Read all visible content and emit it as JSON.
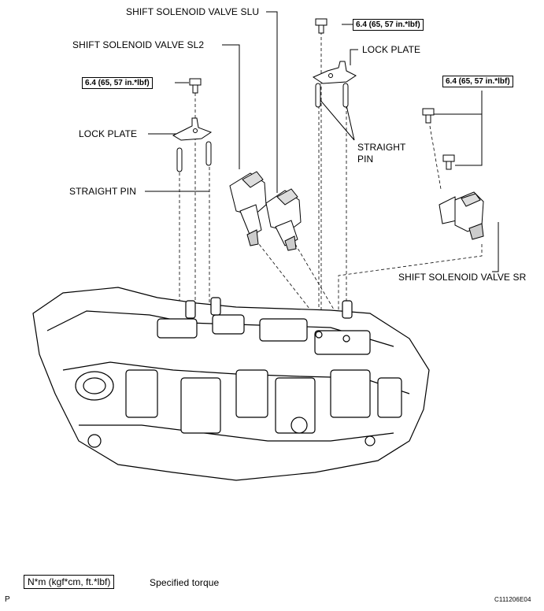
{
  "labels": {
    "slu": "SHIFT SOLENOID VALVE SLU",
    "sl2": "SHIFT SOLENOID VALVE SL2",
    "lock_plate_left": "LOCK PLATE",
    "lock_plate_right": "LOCK PLATE",
    "straight_pin_left": "STRAIGHT PIN",
    "straight_pin_right_1": "STRAIGHT",
    "straight_pin_right_2": "PIN",
    "sr": "SHIFT SOLENOID VALVE SR"
  },
  "torque": {
    "left": "6.4 (65, 57 in.*lbf)",
    "top": "6.4 (65, 57 in.*lbf)",
    "right": "6.4 (65, 57 in.*lbf)"
  },
  "legend": {
    "box": "N*m (kgf*cm, ft.*lbf)",
    "text": "Specified torque"
  },
  "corner_left": "P",
  "figure_code": "C111206E04"
}
